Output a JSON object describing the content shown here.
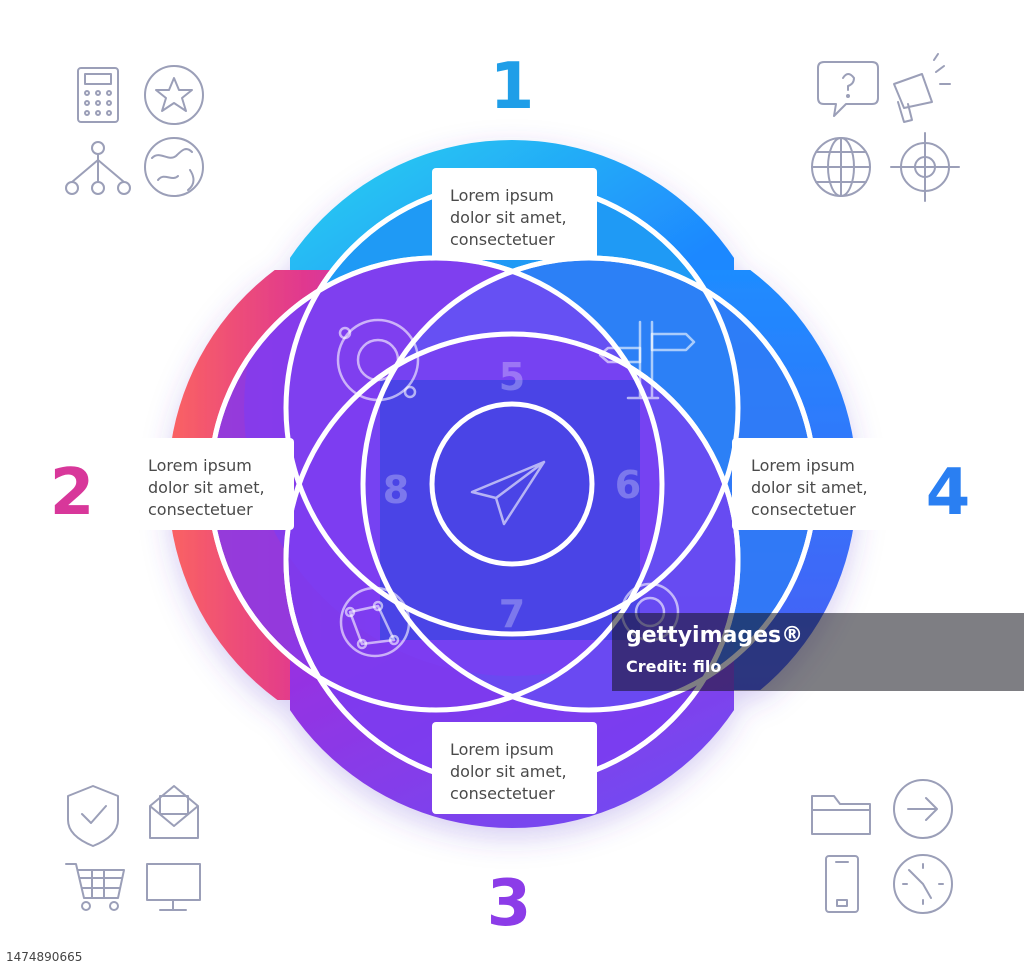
{
  "diagram": {
    "regions": [
      {
        "id": "1",
        "label": "1",
        "text_lines": [
          "Lorem ipsum",
          "dolor sit amet,",
          "consectetuer"
        ],
        "color": "#1e88ff"
      },
      {
        "id": "2",
        "label": "2",
        "text_lines": [
          "Lorem ipsum",
          "dolor sit amet,",
          "consectetuer"
        ],
        "color": "#e0308a"
      },
      {
        "id": "3",
        "label": "3",
        "text_lines": [
          "Lorem ipsum",
          "dolor sit amet,",
          "consectetuer"
        ],
        "color": "#8a3cf0"
      },
      {
        "id": "4",
        "label": "4",
        "text_lines": [
          "Lorem ipsum",
          "dolor sit amet,",
          "consectetuer"
        ],
        "color": "#2a7ff2"
      }
    ],
    "overlaps": [
      {
        "id": "5",
        "label": "5",
        "icon": "orbit-icon"
      },
      {
        "id": "6",
        "label": "6",
        "icon": "signpost-icon"
      },
      {
        "id": "7",
        "label": "7",
        "icon": "location-pin-icon"
      },
      {
        "id": "8",
        "label": "8",
        "icon": "network-globe-icon"
      }
    ],
    "center_icon": "paper-plane-icon"
  },
  "corner_icons": {
    "top_left": [
      "calculator-icon",
      "star-badge-icon",
      "hierarchy-icon",
      "earth-icon"
    ],
    "top_right": [
      "question-chat-icon",
      "megaphone-icon",
      "globe-grid-icon",
      "target-icon"
    ],
    "bottom_left": [
      "shield-check-icon",
      "envelope-icon",
      "shopping-cart-icon",
      "monitor-icon"
    ],
    "bottom_right": [
      "folder-icon",
      "arrow-right-circle-icon",
      "smartphone-icon",
      "clock-icon"
    ]
  },
  "watermark": {
    "brand": "gettyimages®",
    "credit": "Credit: filo"
  },
  "image_id": "1474890665",
  "colors": {
    "cyan": "#2ad6ee",
    "blue": "#1e88ff",
    "pink": "#ff6a5a",
    "magenta": "#d52fc0",
    "purple": "#8a3cf0",
    "violet": "#6a3ff0",
    "icon_gray": "#9b9fb8"
  }
}
